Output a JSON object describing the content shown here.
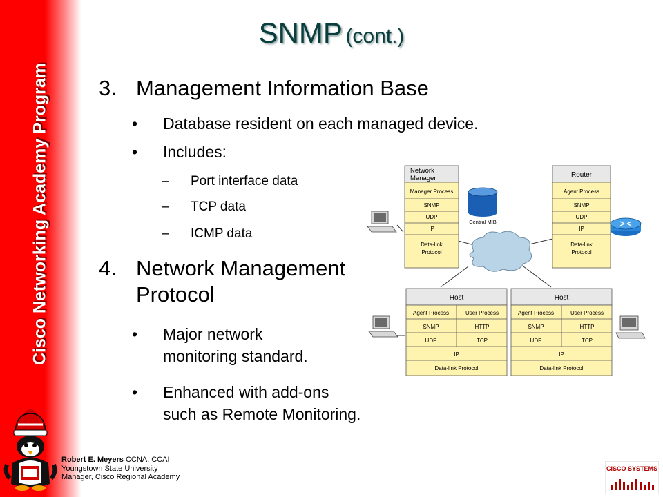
{
  "sidebar": {
    "program_name": "Cisco Networking Academy Program"
  },
  "slide": {
    "title_main": "SNMP",
    "title_sub": "(cont.)",
    "item3": {
      "number": "3.",
      "label": "Management Information Base"
    },
    "item3_bullets": [
      "Database resident on each managed device.",
      "Includes:"
    ],
    "item3_subitems": [
      "Port interface data",
      "TCP data",
      "ICMP data"
    ],
    "item4": {
      "number": "4.",
      "label_line1": "Network Management",
      "label_line2": "Protocol"
    },
    "item4_bullets": [
      {
        "line1": "Major network",
        "line2": "monitoring standard."
      },
      {
        "line1": "Enhanced with add-ons",
        "line2": "such as Remote Monitoring."
      }
    ]
  },
  "diagram": {
    "network_manager": {
      "title_line1": "Network",
      "title_line2": "Manager",
      "layers": [
        "Manager Process",
        "SNMP",
        "UDP",
        "IP"
      ],
      "datalink_line1": "Data-link",
      "datalink_line2": "Protocol"
    },
    "central_mib": "Central MIB",
    "router": {
      "title": "Router",
      "layers": [
        "Agent Process",
        "SNMP",
        "UDP",
        "IP"
      ],
      "datalink_line1": "Data-link",
      "datalink_line2": "Protocol"
    },
    "host": {
      "title": "Host",
      "agent_process": "Agent Process",
      "user_process": "User Process",
      "snmp": "SNMP",
      "http": "HTTP",
      "udp": "UDP",
      "tcp": "TCP",
      "ip": "IP",
      "datalink": "Data-link Protocol"
    }
  },
  "footer": {
    "author_name": "Robert E. Meyers",
    "author_creds": "CCNA, CCAI",
    "line2": "Youngstown State University",
    "line3": "Manager, Cisco Regional Academy"
  },
  "logo": {
    "text": "CISCO SYSTEMS"
  }
}
